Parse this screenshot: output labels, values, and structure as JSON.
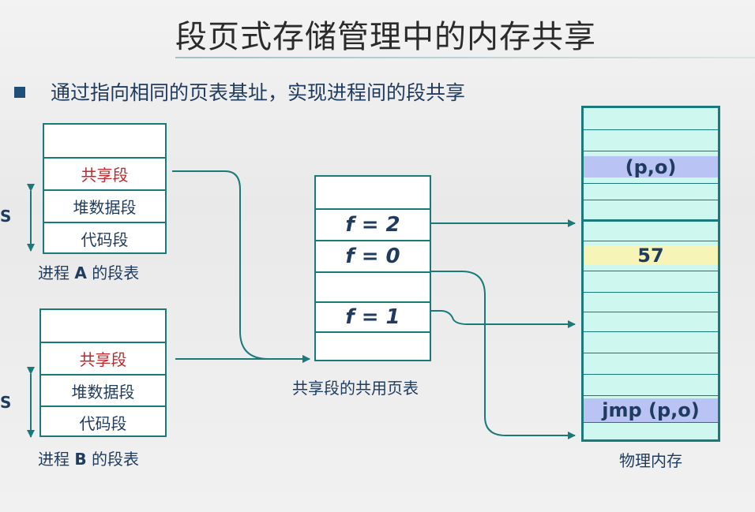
{
  "title": "段页式存储管理中的内存共享",
  "bullet": "通过指向相同的页表基址，实现进程间的段共享",
  "process_a": {
    "rows": [
      "",
      "共享段",
      "堆数据段",
      "代码段"
    ],
    "label_prefix": "进程",
    "label_bold": "A",
    "label_suffix": "的段表",
    "s_label": "S"
  },
  "process_b": {
    "rows": [
      "",
      "共享段",
      "堆数据段",
      "代码段"
    ],
    "label_prefix": "进程",
    "label_bold": "B",
    "label_suffix": "的段表",
    "s_label": "S"
  },
  "page_table": {
    "rows": [
      "",
      "f = 2",
      "f = 0",
      "",
      "f = 1",
      ""
    ],
    "label": "共享段的共用页表"
  },
  "memory": {
    "label": "物理内存",
    "cells": [
      "(p,o)",
      "57",
      "jmp (p,o)"
    ]
  },
  "colors": {
    "teal_border": "#1a7a7a",
    "memory_fill": "#cdf7ef",
    "highlight_purple": "#b9c3f4",
    "highlight_yellow": "#f6f4b6",
    "shared_text": "#c0282d"
  }
}
